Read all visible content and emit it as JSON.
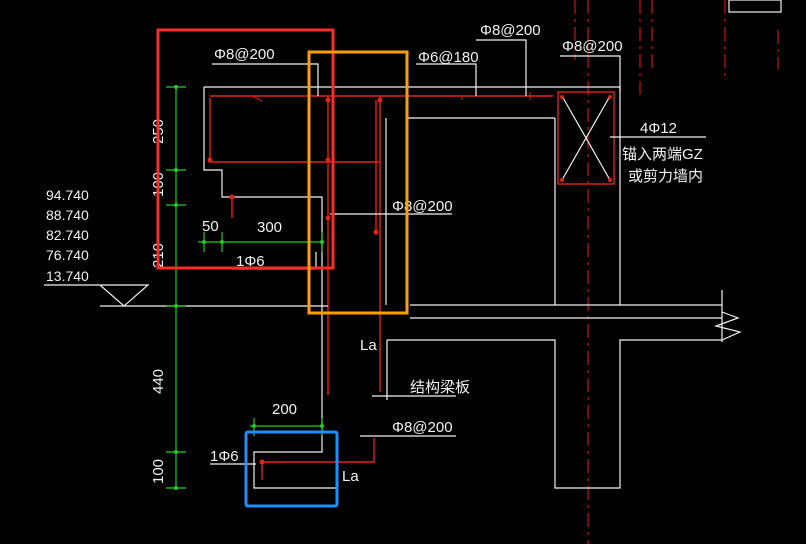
{
  "drawing": {
    "reinforcement_labels": {
      "top_left": "Φ8@200",
      "top_mid": "Φ6@180",
      "top_mid2": "Φ8@200",
      "top_right": "Φ8@200",
      "mid": "Φ8@200",
      "bottom": "Φ8@200",
      "lower_one": "1Φ6",
      "bottom_one": "1Φ6",
      "column_bars": "4Φ12"
    },
    "notes": {
      "anchor_line1": "锚入两端GZ",
      "anchor_line2": "或剪力墙内",
      "structural_slab": "结构梁板",
      "la_upper": "La",
      "la_lower": "La"
    },
    "dimensions": {
      "d250": "250",
      "d100a": "100",
      "d210": "210",
      "d440": "440",
      "d100b": "100",
      "d50": "50",
      "d300": "300",
      "d200": "200"
    },
    "elevations": [
      "94.740",
      "88.740",
      "82.740",
      "76.740",
      "13.740"
    ],
    "highlight_colors": {
      "red_box": "#ff2a2a",
      "orange_box": "#ffa000",
      "blue_box": "#1e8fff"
    }
  }
}
